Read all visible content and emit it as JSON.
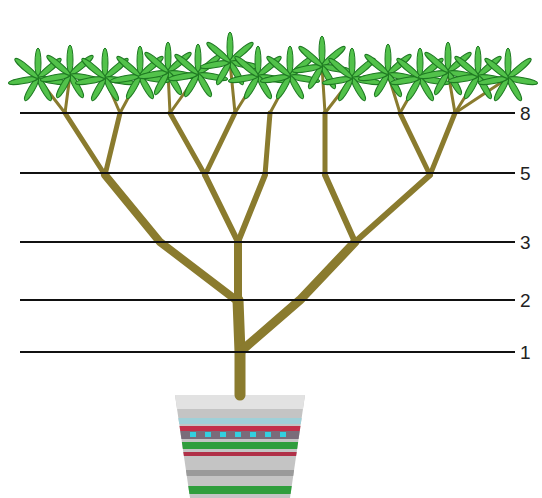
{
  "diagram": {
    "labels": [
      "8",
      "5",
      "3",
      "2",
      "1"
    ]
  }
}
